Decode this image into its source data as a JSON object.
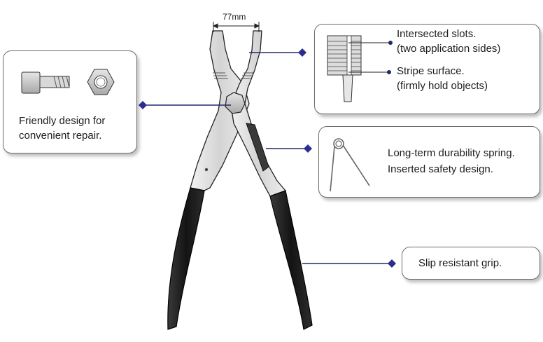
{
  "dimension": {
    "jaw_opening": "77mm"
  },
  "callouts": {
    "repair": {
      "line1": "Friendly design for",
      "line2": "convenient repair."
    },
    "slots": {
      "line1": "Intersected slots.",
      "line2": "(two application sides)"
    },
    "stripe": {
      "line1": "Stripe surface.",
      "line2": "(firmly hold objects)"
    },
    "spring": {
      "line1": "Long-term durability spring.",
      "line2": "Inserted safety design."
    },
    "grip": {
      "label": "Slip resistant grip."
    }
  },
  "colors": {
    "leader": "#1f2a6b",
    "marker": "#2a2f8f",
    "handle": "#1b1b1b",
    "steel": "#dcdcdc"
  }
}
